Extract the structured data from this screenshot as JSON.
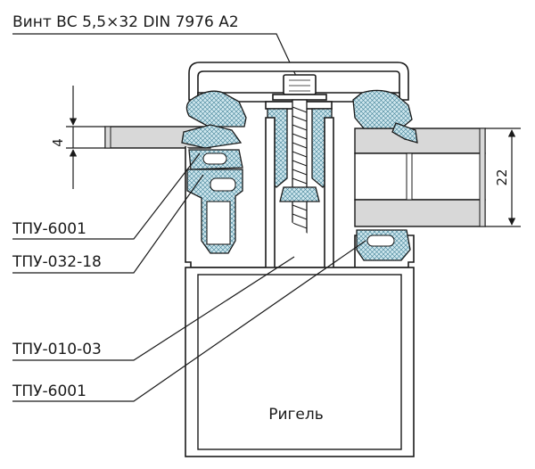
{
  "drawing": {
    "screw_label": "Винт ВС 5,5×32 DIN 7976 А2",
    "labels": {
      "tpu_6001_top": "ТПУ-6001",
      "tpu_032_18": "ТПУ-032-18",
      "tpu_010_03": "ТПУ-010-03",
      "tpu_6001_bottom": "ТПУ-6001"
    },
    "rigel_label": "Ригель",
    "dimensions": {
      "left_thickness": "4",
      "right_thickness": "22"
    }
  }
}
